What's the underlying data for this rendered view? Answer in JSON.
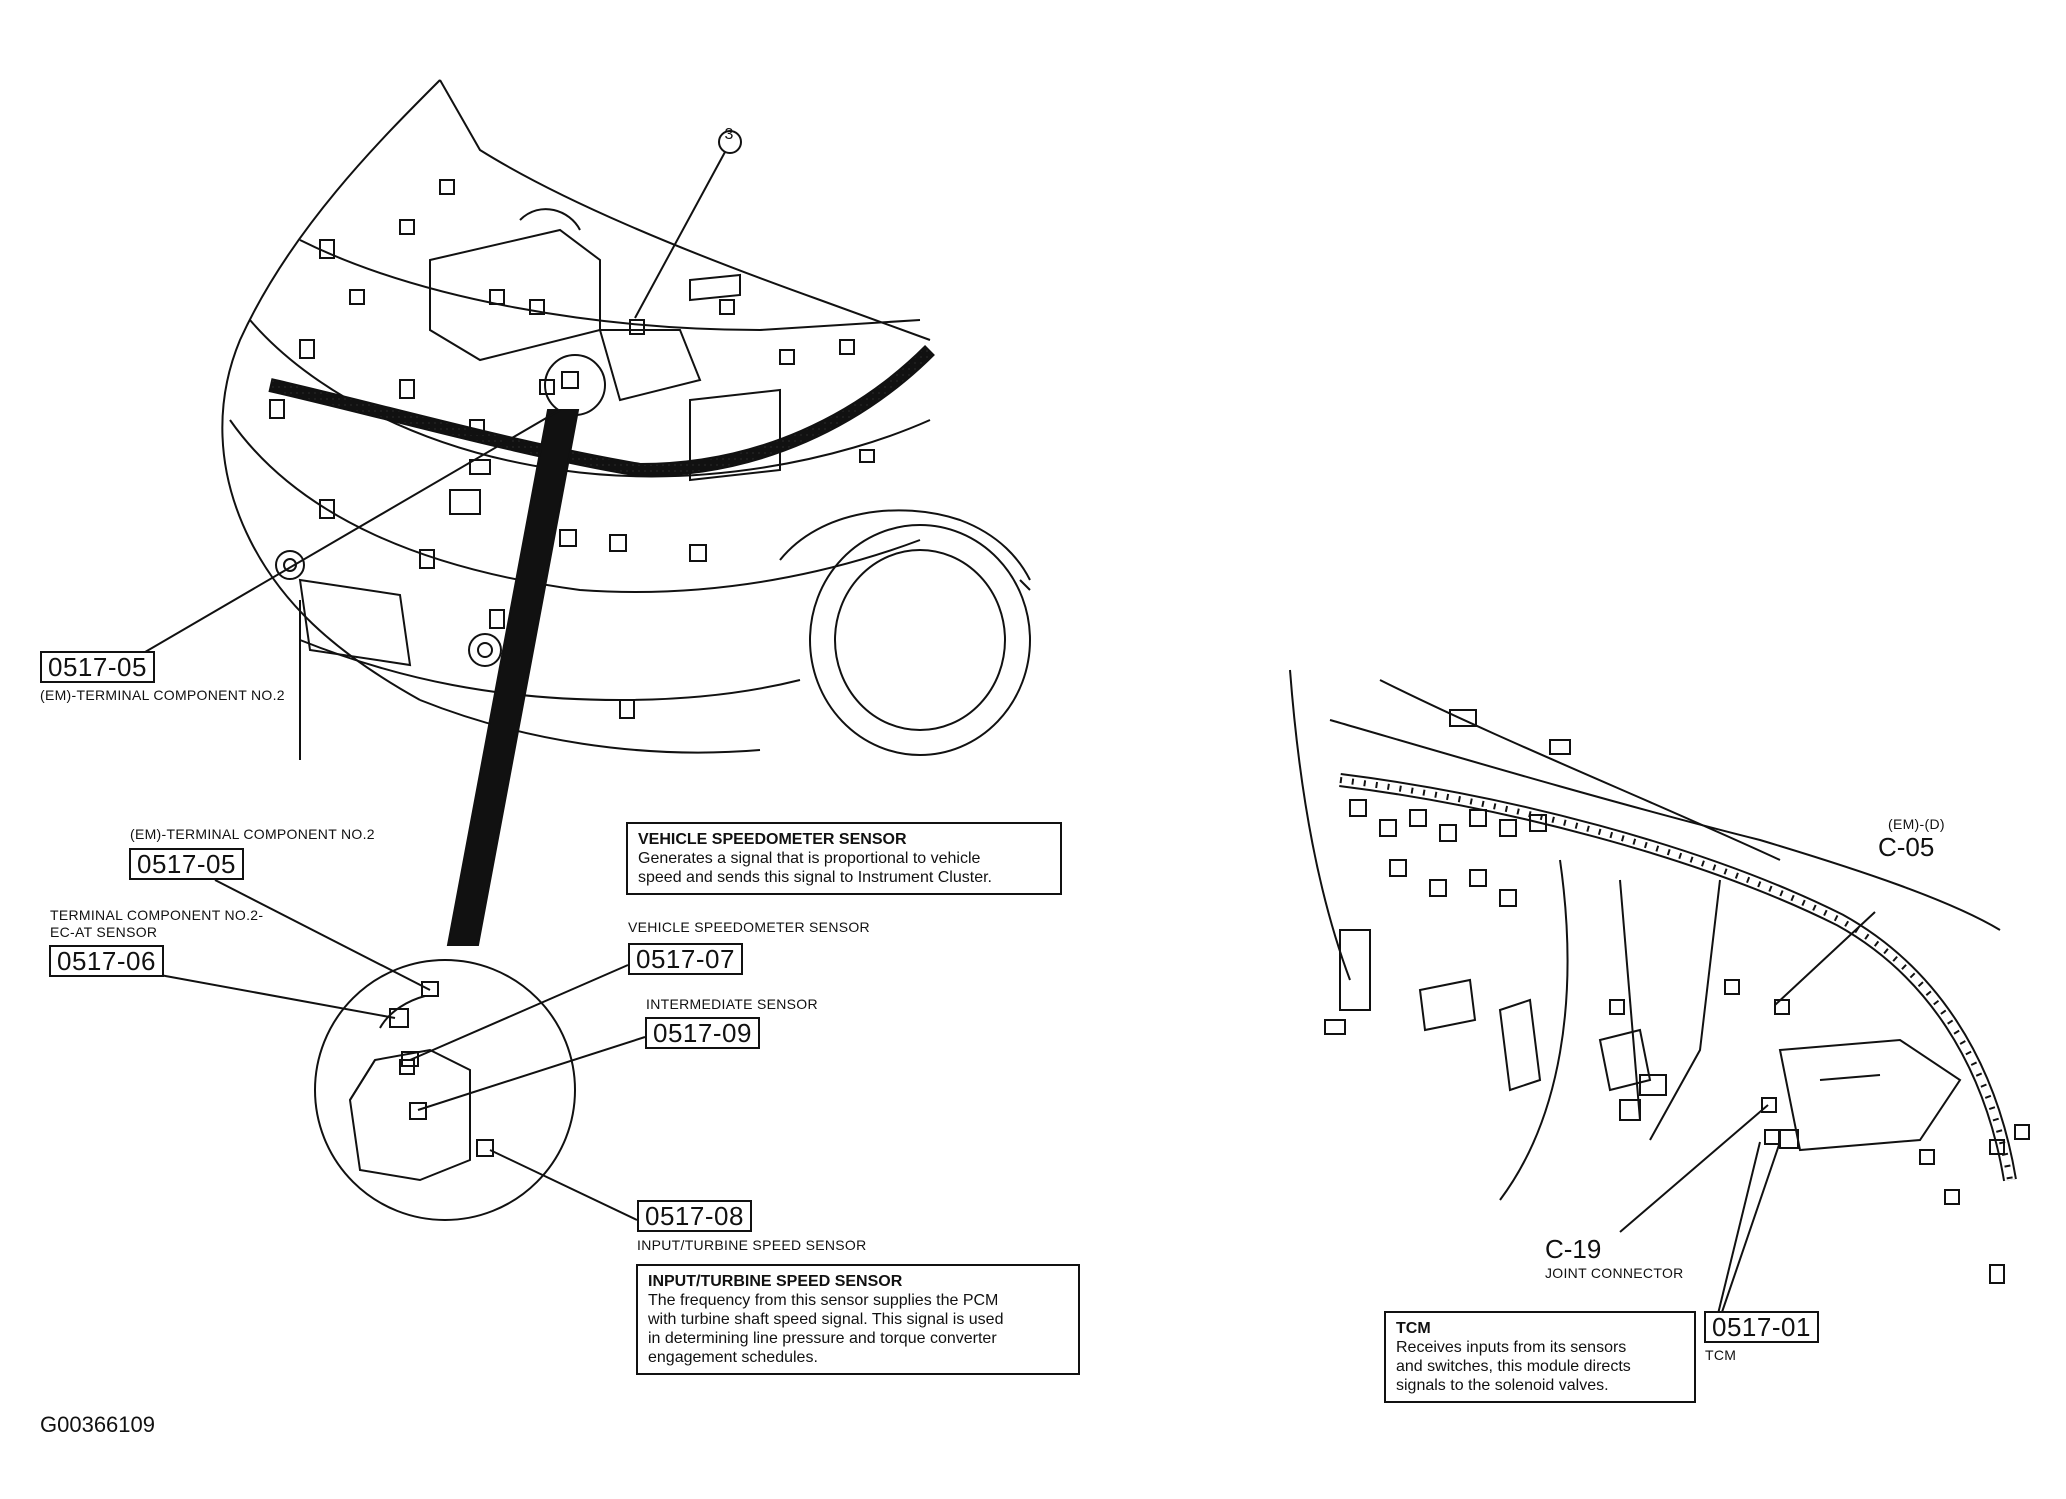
{
  "figure_id": "G00366109",
  "callout_number": "3",
  "top_left": {
    "code": "0517-05",
    "caption": "(EM)-TERMINAL COMPONENT NO.2"
  },
  "detail": {
    "c0517_05": {
      "caption": "(EM)-TERMINAL COMPONENT NO.2",
      "code": "0517-05"
    },
    "c0517_06": {
      "caption_line1": "TERMINAL COMPONENT NO.2-",
      "caption_line2": "EC-AT SENSOR",
      "code": "0517-06"
    },
    "c0517_07": {
      "caption": "VEHICLE SPEEDOMETER SENSOR",
      "code": "0517-07"
    },
    "c0517_09": {
      "caption": "INTERMEDIATE SENSOR",
      "code": "0517-09"
    },
    "c0517_08": {
      "caption": "INPUT/TURBINE SPEED SENSOR",
      "code": "0517-08"
    }
  },
  "info_vss": {
    "title": "VEHICLE SPEEDOMETER SENSOR",
    "body": [
      "Generates a signal that is proportional to vehicle",
      "speed and sends this signal to Instrument Cluster."
    ]
  },
  "info_its": {
    "title": "INPUT/TURBINE SPEED SENSOR",
    "body": [
      "The frequency from this sensor supplies the PCM",
      "with turbine shaft speed signal. This signal is used",
      "in determining line pressure and torque converter",
      "engagement schedules."
    ]
  },
  "dash": {
    "c05_sub": "(EM)-(D)",
    "c05": "C-05",
    "c19": "C-19",
    "c19_caption": "JOINT CONNECTOR",
    "tcm_code": "0517-01",
    "tcm_caption": "TCM"
  },
  "info_tcm": {
    "title": "TCM",
    "body": [
      "Receives inputs from its sensors",
      "and switches, this module directs",
      "signals to the solenoid valves."
    ]
  }
}
